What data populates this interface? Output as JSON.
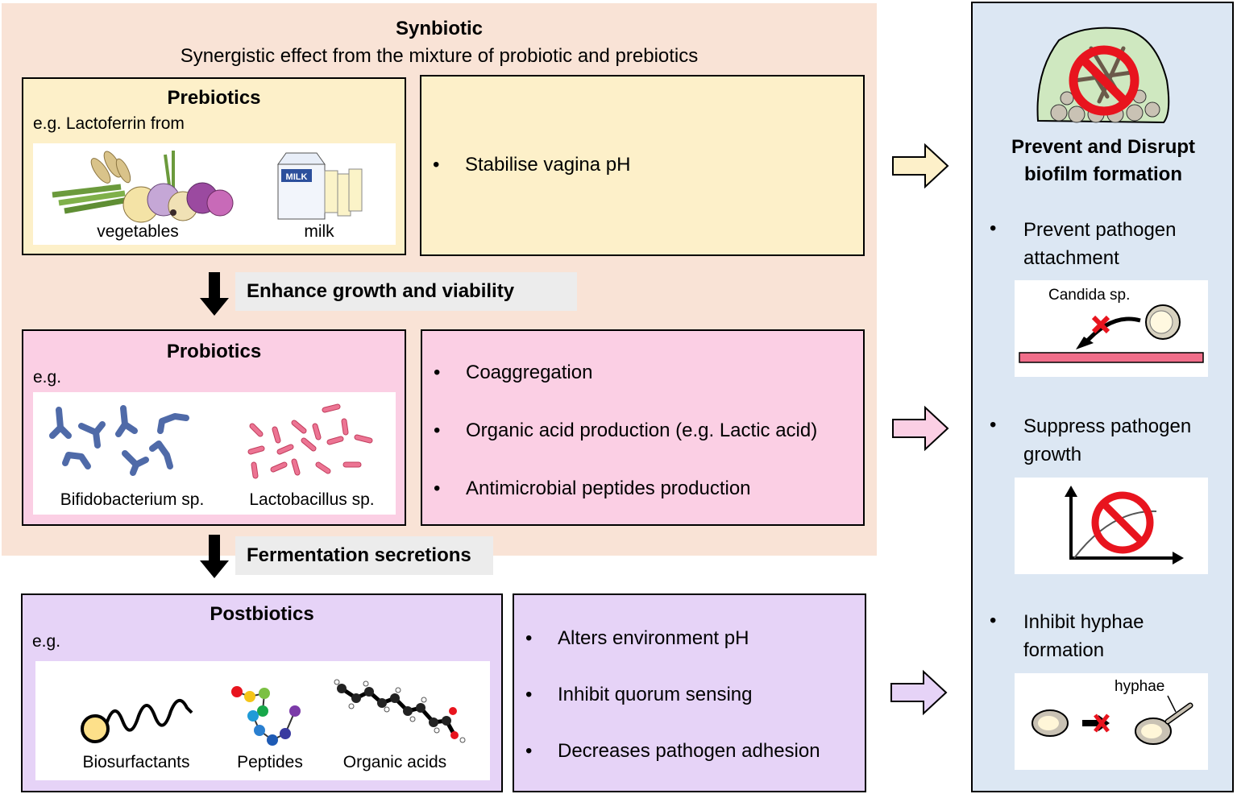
{
  "synbiotic": {
    "title": "Synbiotic",
    "subtitle": "Synergistic effect from the mixture of probiotic and prebiotics"
  },
  "prebiotics": {
    "title": "Prebiotics",
    "eg": "e.g. Lactoferrin from",
    "captions": [
      "vegetables",
      "milk"
    ],
    "milk_carton_text": "MILK",
    "effects": [
      "Stabilise vagina pH"
    ]
  },
  "arrow_labels": {
    "growth": "Enhance growth and viability",
    "fermentation": "Fermentation secretions"
  },
  "probiotics": {
    "title": "Probiotics",
    "eg": "e.g.",
    "captions": [
      "Bifidobacterium sp.",
      "Lactobacillus sp."
    ],
    "effects": [
      "Coaggregation",
      "Organic acid production (e.g. Lactic acid)",
      "Antimicrobial peptides production"
    ]
  },
  "postbiotics": {
    "title": "Postbiotics",
    "eg": "e.g.",
    "captions": [
      "Biosurfactants",
      "Peptides",
      "Organic acids"
    ],
    "effects": [
      "Alters environment pH",
      "Inhibit quorum sensing",
      "Decreases pathogen adhesion"
    ]
  },
  "outcomes": {
    "title_line1": "Prevent and Disrupt",
    "title_line2": "biofilm formation",
    "items": [
      {
        "line1": "Prevent pathogen",
        "line2": "attachment",
        "figure_label": "Candida sp."
      },
      {
        "line1": "Suppress pathogen",
        "line2": "growth"
      },
      {
        "line1": "Inhibit hyphae",
        "line2": "formation",
        "figure_label": "hyphae"
      }
    ]
  },
  "colors": {
    "synbiotic_bg": "#f9e3d6",
    "prebiotic_box": "#fdf0c9",
    "probiotic_box": "#fbcfe4",
    "postbiotic_box": "#e6d3f7",
    "outcome_panel": "#dce7f3",
    "label_bar": "#ececec",
    "prohibit_red": "#e8141e",
    "surface_pink": "#f06e8a",
    "bifido_blue": "#8ea6d8",
    "lacto_pink": "#ec7493"
  },
  "icons": [
    "biofilm-prohibited-icon",
    "vegetables-icon",
    "milk-icon",
    "bifidobacterium-icon",
    "lactobacillus-icon",
    "biosurfactant-icon",
    "peptide-icon",
    "organic-acid-molecule-icon",
    "down-arrow-icon",
    "right-arrow-icon",
    "candida-cell-icon",
    "growth-curve-icon",
    "prohibited-icon",
    "hyphae-cell-icon"
  ]
}
